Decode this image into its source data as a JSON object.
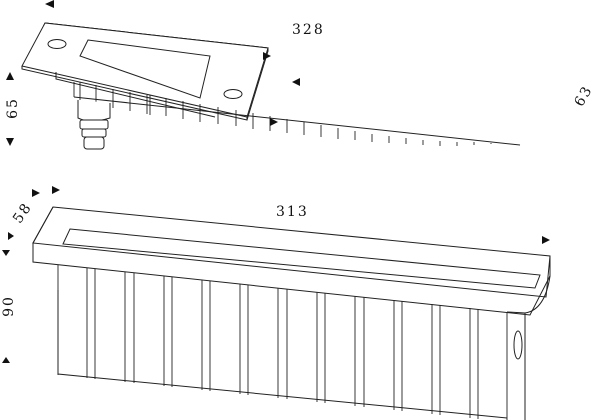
{
  "diagram": {
    "type": "product dimension drawing",
    "views": [
      {
        "name": "top-fixture",
        "description": "Recessed linear LED luminaire with heat-sink fins and cable gland"
      },
      {
        "name": "bottom-housing",
        "description": "Mounting housing / embedded box"
      }
    ],
    "dimensions": {
      "fixture_length": "328",
      "fixture_height": "65",
      "fixture_width": "63",
      "housing_length": "313",
      "housing_width": "58",
      "housing_height": "90"
    },
    "line_color": "#222222",
    "background": "#ffffff"
  }
}
